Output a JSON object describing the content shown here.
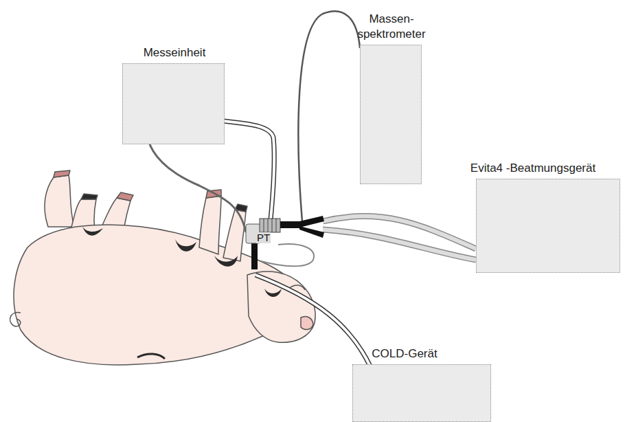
{
  "diagram": {
    "nodes": [
      {
        "text": [
          "Messeinheit"
        ]
      },
      {
        "text": [
          "Massen- spektrometer"
        ]
      },
      {
        "text": [
          "Evita4 -Beatmungsgerät"
        ]
      },
      {
        "text": [
          "COLD-Gerät"
        ]
      }
    ],
    "labels": [
      "PT"
    ]
  }
}
